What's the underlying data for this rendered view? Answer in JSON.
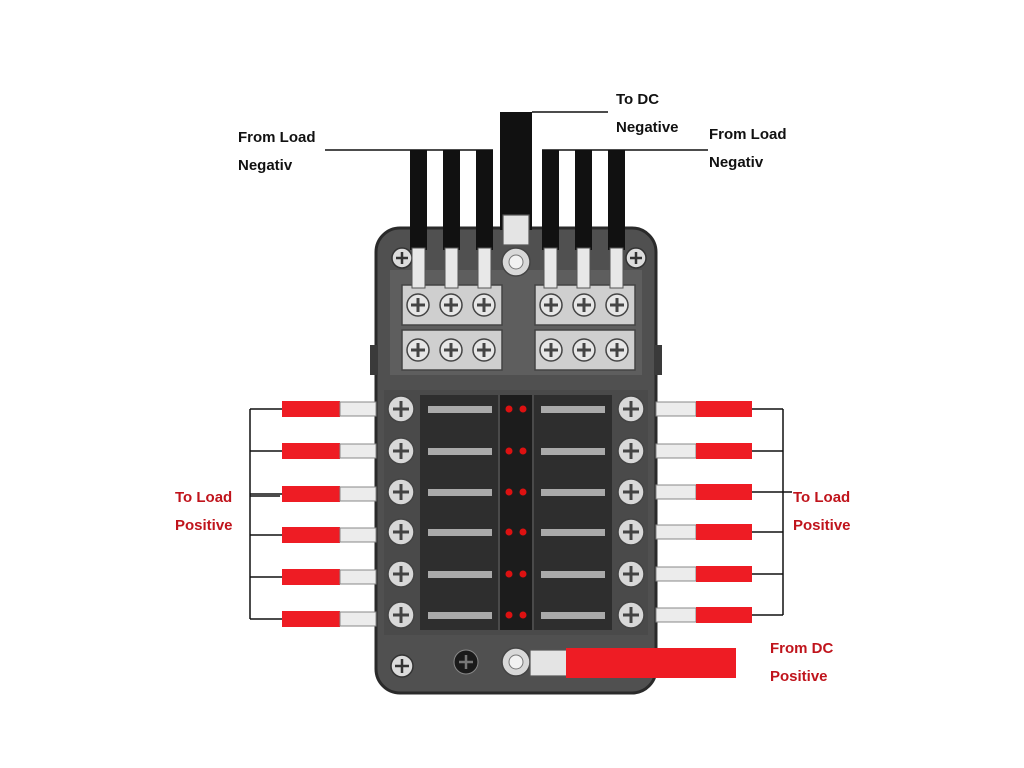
{
  "labels": {
    "from_load_negative_left": {
      "line1": "From Load",
      "line2": "Negativ"
    },
    "to_dc_negative": {
      "line1": "To DC",
      "line2": "Negative"
    },
    "from_load_negative_right": {
      "line1": "From Load",
      "line2": "Negativ"
    },
    "to_load_positive_left": {
      "line1": "To Load",
      "line2": "Positive"
    },
    "to_load_positive_right": {
      "line1": "To Load",
      "line2": "Positive"
    },
    "from_dc_positive": {
      "line1": "From DC",
      "line2": "Positive"
    }
  },
  "fuse_block": {
    "fuse_slot_count": 12,
    "negative_terminal_count": 6,
    "led_count": 12
  },
  "colors": {
    "positive_wire": "#ee1c24",
    "negative_wire": "#111111",
    "label_red": "#c0141c",
    "label_black": "#111111",
    "housing": "#555555"
  }
}
